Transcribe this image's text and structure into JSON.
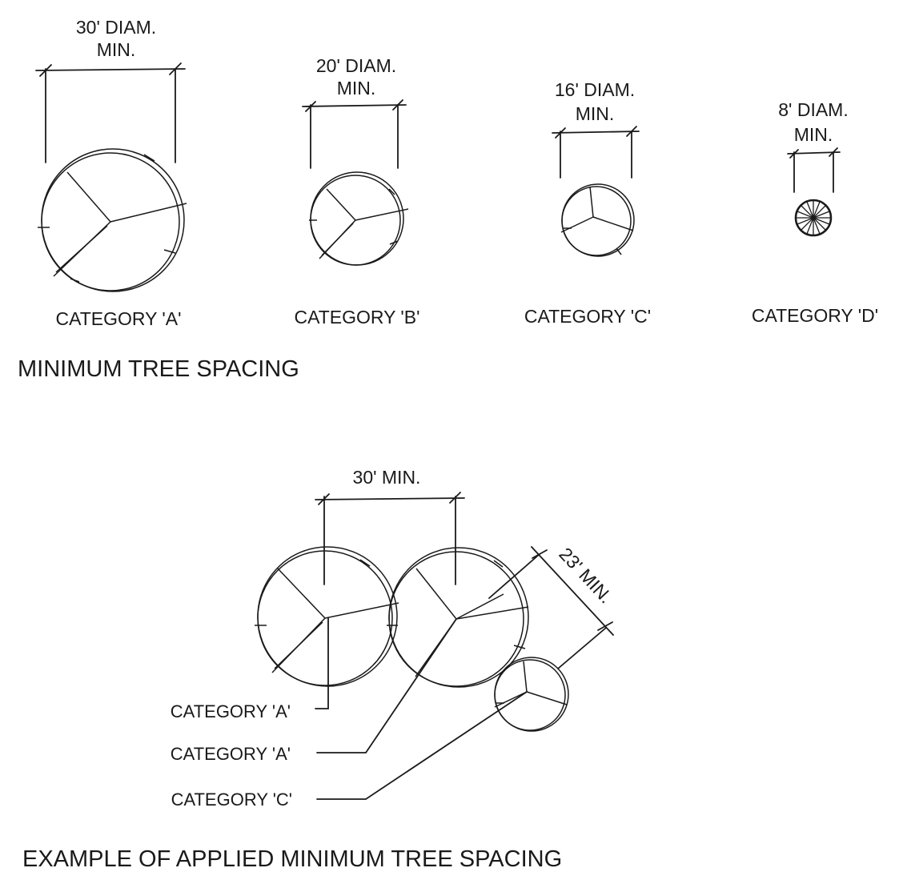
{
  "section1": {
    "title": "MINIMUM TREE SPACING",
    "categories": [
      {
        "label": "CATEGORY 'A'",
        "dim_line1": "30' DIAM.",
        "dim_line2": "MIN."
      },
      {
        "label": "CATEGORY 'B'",
        "dim_line1": "20' DIAM.",
        "dim_line2": "MIN."
      },
      {
        "label": "CATEGORY 'C'",
        "dim_line1": "16' DIAM.",
        "dim_line2": "MIN."
      },
      {
        "label": "CATEGORY 'D'",
        "dim_line1": "8' DIAM.",
        "dim_line2": "MIN."
      }
    ]
  },
  "section2": {
    "title": "EXAMPLE OF APPLIED MINIMUM TREE SPACING",
    "dim_center_spacing": "30' MIN.",
    "dim_diagonal": "23' MIN.",
    "callouts": [
      "CATEGORY 'A'",
      "CATEGORY 'A'",
      "CATEGORY 'C'"
    ]
  }
}
